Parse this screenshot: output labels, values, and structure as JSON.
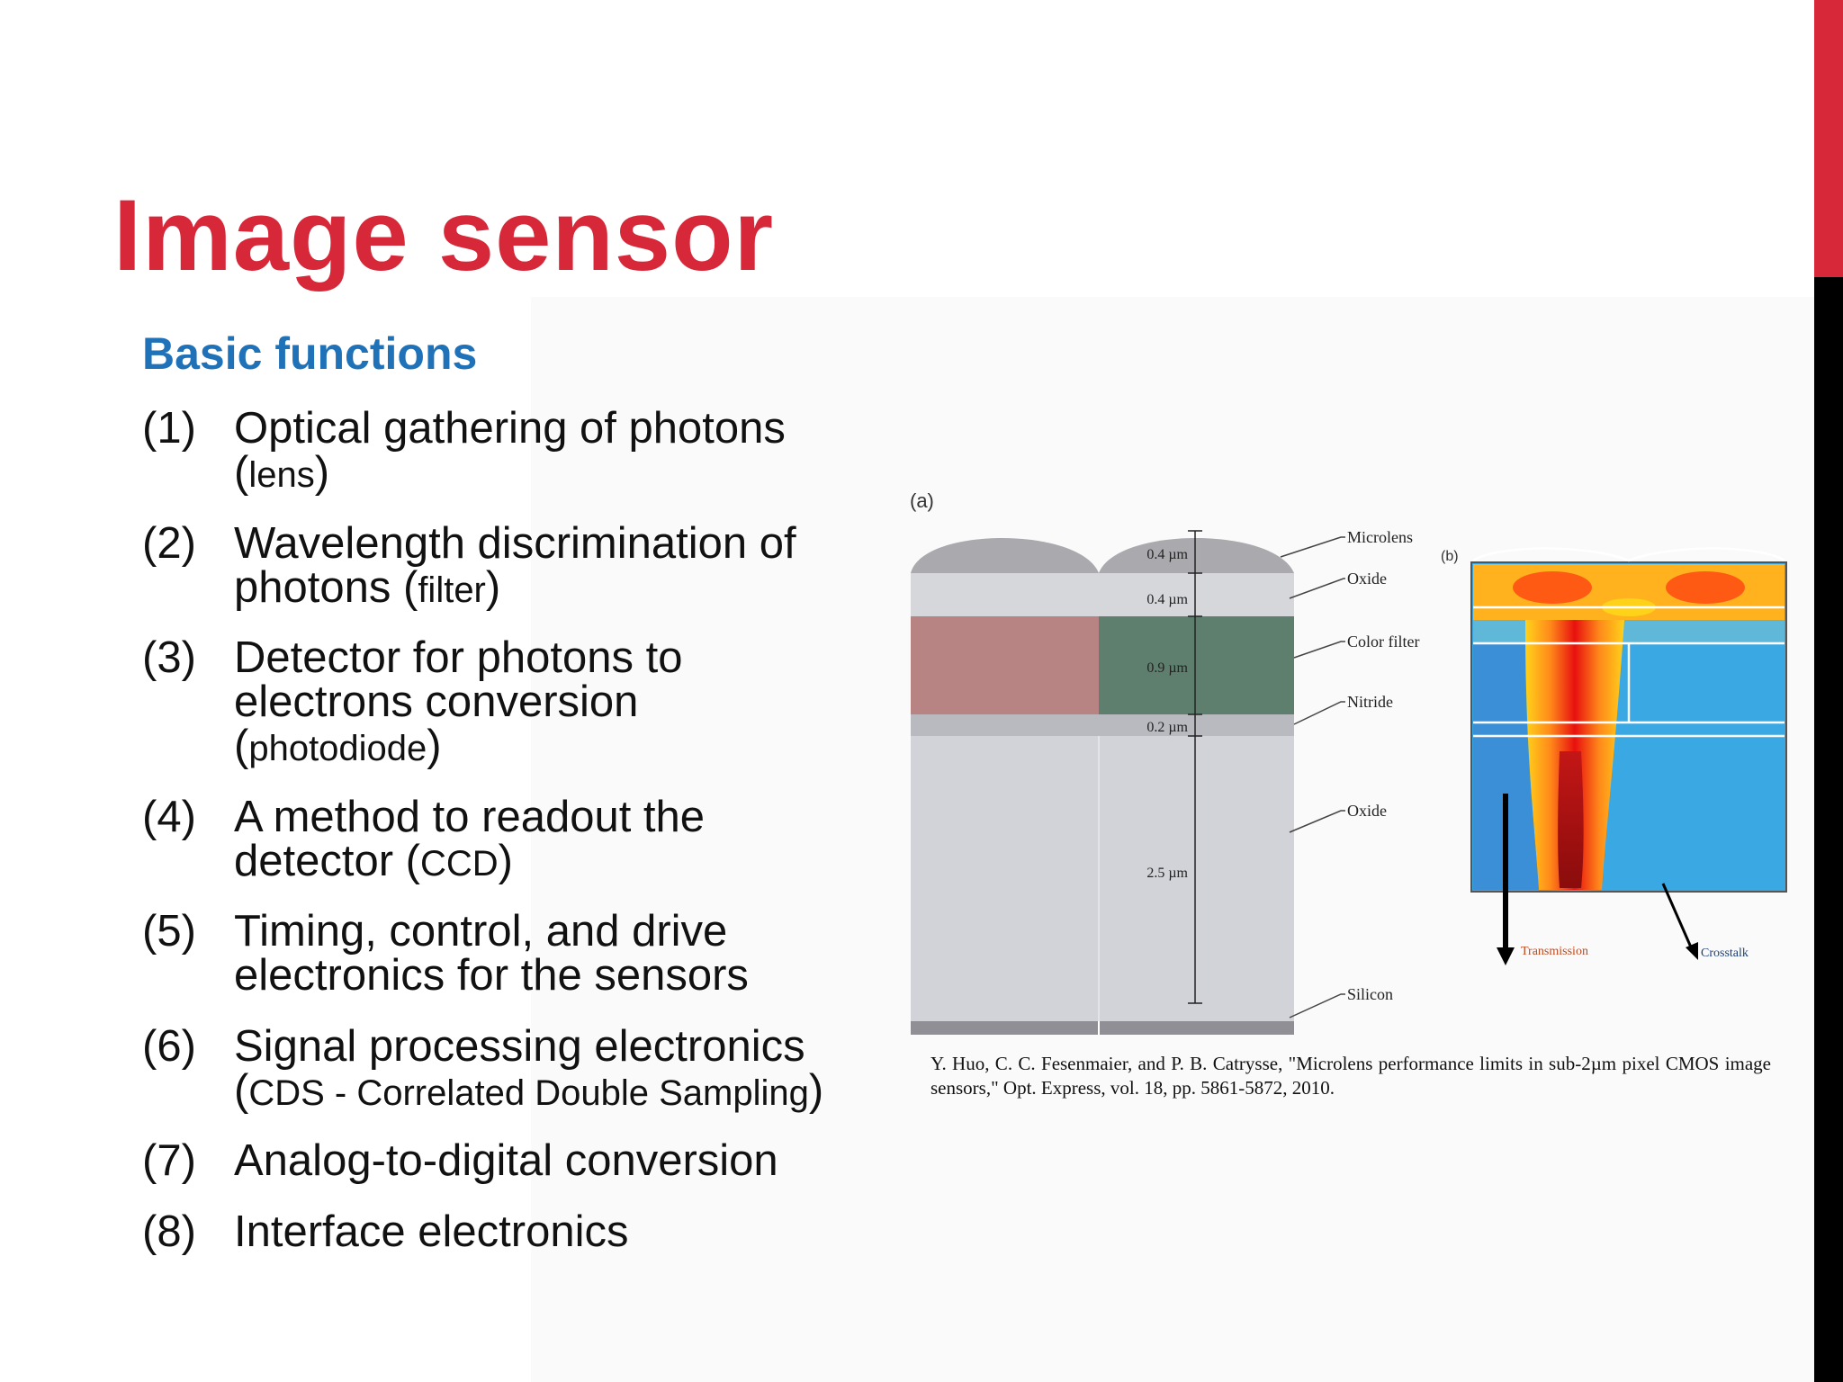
{
  "slide": {
    "title": "Image sensor",
    "subtitle": "Basic functions",
    "items": [
      {
        "num": "(1)",
        "line1": "Optical gathering of photons",
        "line2_paren_open": "(",
        "line2_small": "lens",
        "line2_paren_close": ")"
      },
      {
        "num": "(2)",
        "line1": "Wavelength discrimination of",
        "line2_prefix": "photons (",
        "line2_small": "filter",
        "line2_paren_close": ")"
      },
      {
        "num": "(3)",
        "line1": "Detector for photons to",
        "line2": "electrons conversion",
        "line3_paren_open": "(",
        "line3_small": "photodiode",
        "line3_paren_close": ")"
      },
      {
        "num": "(4)",
        "line1": "A method to readout the",
        "line2_prefix": "detector (",
        "line2_small": "CCD",
        "line2_paren_close": ")"
      },
      {
        "num": "(5)",
        "line1": "Timing, control, and drive",
        "line2": "electronics for the sensors"
      },
      {
        "num": "(6)",
        "line1": "Signal processing electronics",
        "line2_paren_open": "(",
        "line2_small": "CDS - Correlated Double Sampling",
        "line2_paren_close": ")"
      },
      {
        "num": "(7)",
        "line1": "Analog-to-digital conversion"
      },
      {
        "num": "(8)",
        "line1": "Interface electronics"
      }
    ],
    "figure": {
      "panel_a_label": "(a)",
      "panel_b_label": "(b)",
      "dimensions": [
        "0.4 µm",
        "0.4 µm",
        "0.9 µm",
        "0.2 µm",
        "2.5 µm"
      ],
      "layers": [
        "Microlens",
        "Oxide",
        "Color filter",
        "Nitride",
        "Oxide",
        "Silicon"
      ],
      "b_labels": {
        "transmission": "Transmission",
        "crosstalk": "Crosstalk"
      }
    },
    "citation": "Y. Huo, C. C. Fesenmaier, and P. B. Catrysse, \"Microlens performance limits in sub-2µm pixel CMOS image sensors,\" Opt. Express, vol. 18, pp. 5861-5872, 2010.",
    "colors": {
      "title": "#d7283a",
      "subtitle": "#1f72b8",
      "side_bar_top": "#d7283a",
      "side_bar_bottom": "#000000"
    }
  }
}
